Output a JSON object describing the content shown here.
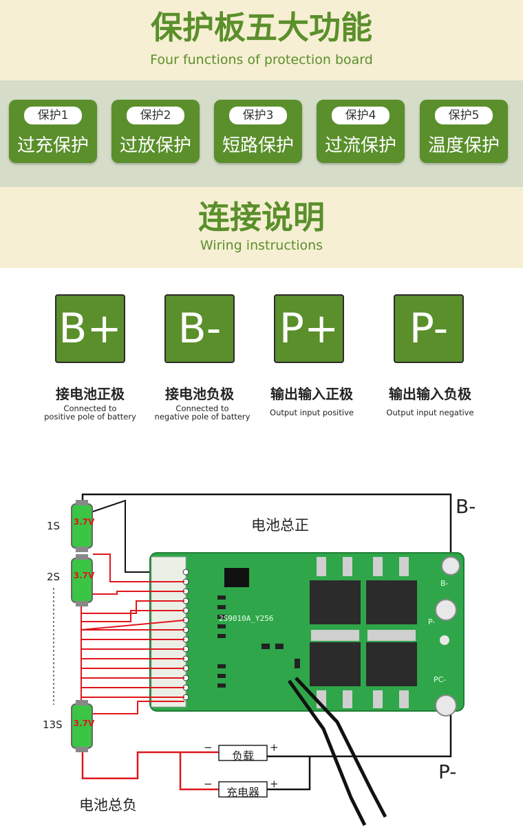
{
  "header": {
    "title_cn": "保护板五大功能",
    "title_en": "Four functions of protection board"
  },
  "functions": [
    {
      "tag": "保护1",
      "label": "过充保护"
    },
    {
      "tag": "保护2",
      "label": "过放保护"
    },
    {
      "tag": "保护3",
      "label": "短路保护"
    },
    {
      "tag": "保护4",
      "label": "过流保护"
    },
    {
      "tag": "保护5",
      "label": "温度保护"
    }
  ],
  "wiring": {
    "title_cn": "连接说明",
    "title_en": "Wiring instructions"
  },
  "terminals": [
    {
      "symbol": "B+",
      "cn": "接电池正极",
      "en1": "Connected to",
      "en2": "positive pole of battery"
    },
    {
      "symbol": "B-",
      "cn": "接电池负极",
      "en1": "Connected to",
      "en2": "negative pole of battery"
    },
    {
      "symbol": "P+",
      "cn": "输出输入正极",
      "en1": "Output input positive",
      "en2": ""
    },
    {
      "symbol": "P-",
      "cn": "输出输入负极",
      "en1": "Output input negative",
      "en2": ""
    }
  ],
  "diagram": {
    "battery_total_positive": "电池总正",
    "battery_total_negative": "电池总负",
    "label_b_minus": "B-",
    "label_p_minus": "P-",
    "cell_voltage": "3.7V",
    "cell_labels": [
      "1S",
      "2S",
      "13S"
    ],
    "load_label": "负载",
    "charger_label": "充电器",
    "minus_sign": "−",
    "plus_sign": "+",
    "board_model": "2S9010A_Y256",
    "board_pad_b": "B-",
    "board_pad_p": "P-",
    "board_pad_pc": "PC-",
    "colors": {
      "green": "#5a8f2b",
      "pcb": "#2fa64a",
      "wire_red": "#e0141b",
      "wire_black": "#111111"
    }
  }
}
